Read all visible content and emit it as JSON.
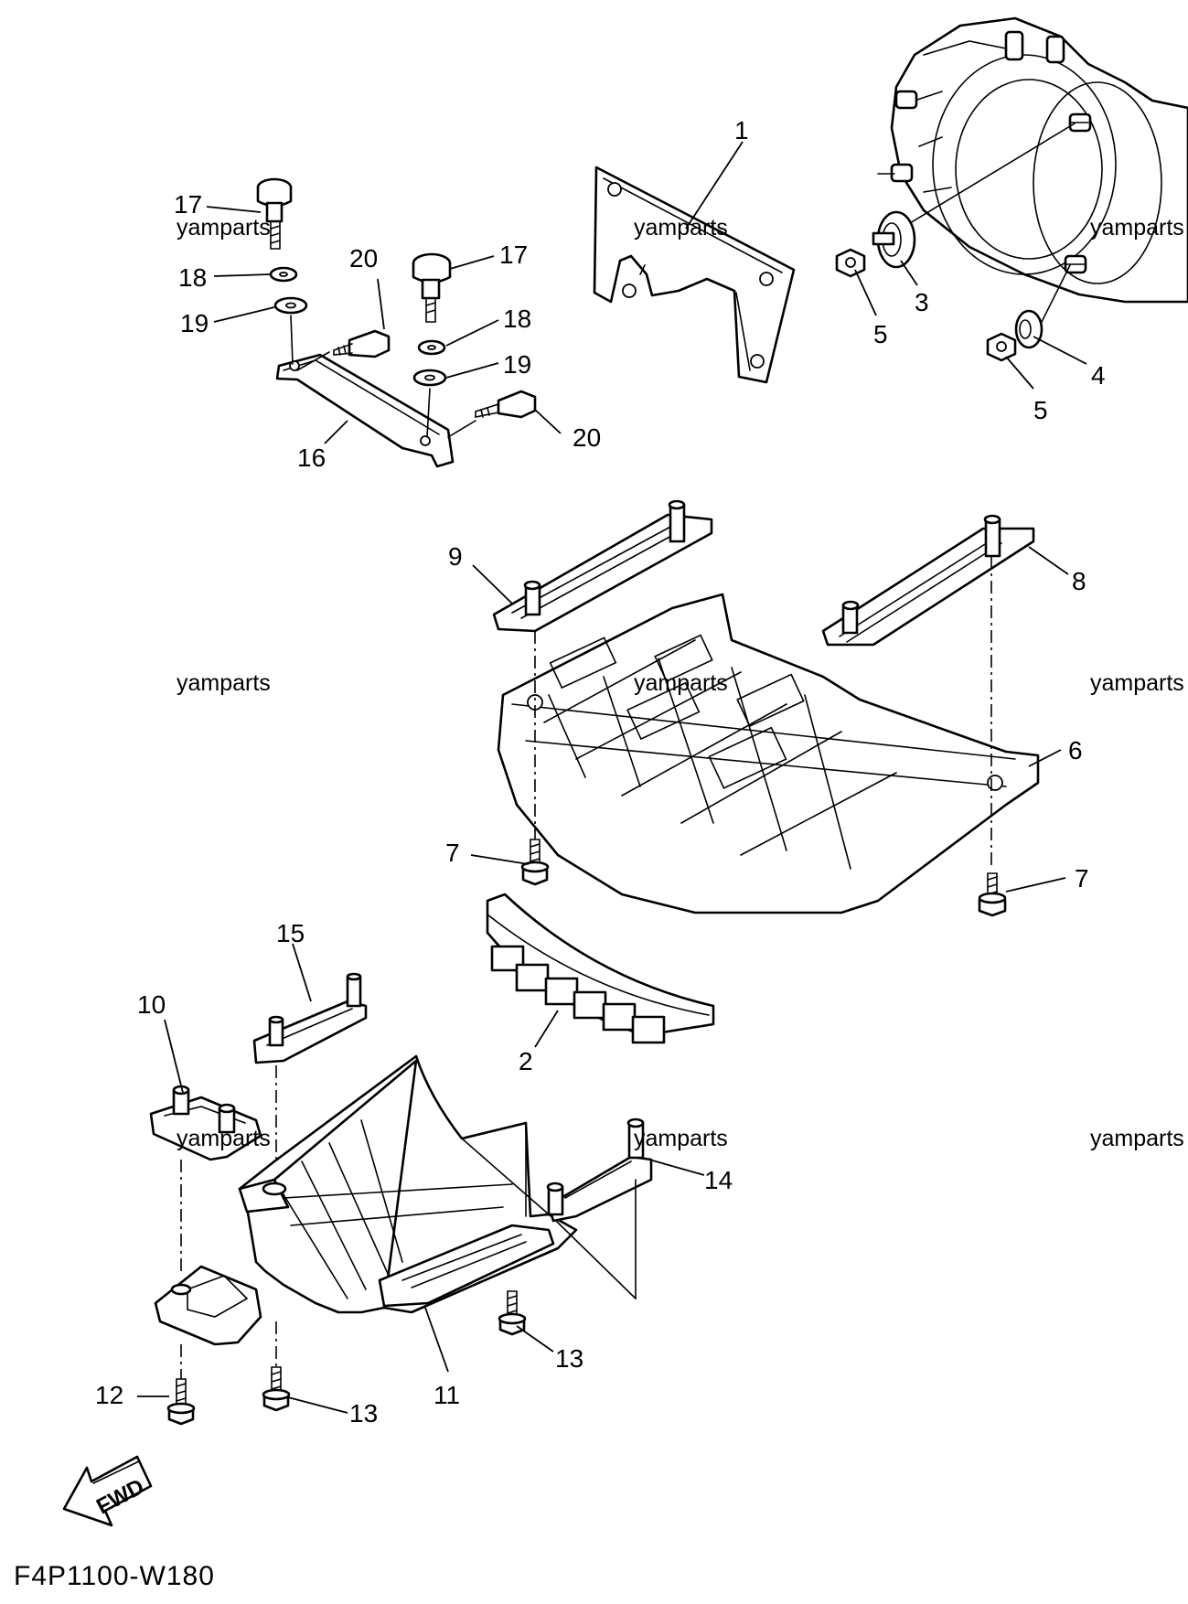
{
  "diagram": {
    "code": "F4P1100-W180",
    "direction_label": "FWD",
    "watermark": "yamparts",
    "callouts": [
      "1",
      "2",
      "3",
      "4",
      "5",
      "6",
      "7",
      "8",
      "9",
      "10",
      "11",
      "12",
      "13",
      "14",
      "15",
      "16",
      "17",
      "18",
      "19",
      "20"
    ]
  }
}
